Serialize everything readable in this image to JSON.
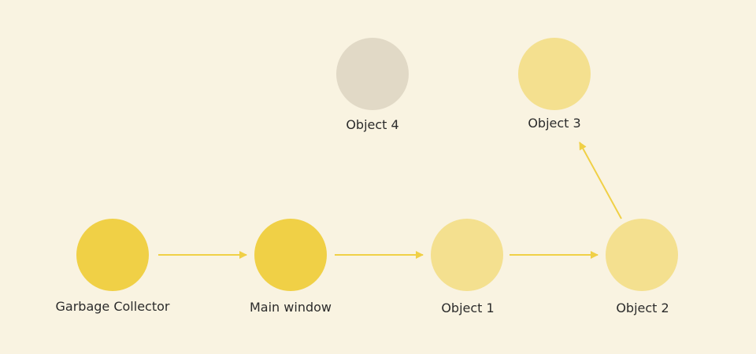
{
  "colors": {
    "background": "#f9f3e1",
    "root": "#f0d046",
    "reachable": "#f4e08f",
    "unreachable": "#e1d9c6",
    "arrow": "#f0d046",
    "text": "#2b2b2b"
  },
  "nodes": {
    "garbage_collector": {
      "label": "Garbage Collector",
      "state": "root"
    },
    "main_window": {
      "label": "Main window",
      "state": "root"
    },
    "object_1": {
      "label": "Object 1",
      "state": "reachable"
    },
    "object_2": {
      "label": "Object 2",
      "state": "reachable"
    },
    "object_3": {
      "label": "Object 3",
      "state": "reachable"
    },
    "object_4": {
      "label": "Object 4",
      "state": "unreachable"
    }
  },
  "edges": [
    {
      "from": "garbage_collector",
      "to": "main_window"
    },
    {
      "from": "main_window",
      "to": "object_1"
    },
    {
      "from": "object_1",
      "to": "object_2"
    },
    {
      "from": "object_2",
      "to": "object_3"
    }
  ]
}
